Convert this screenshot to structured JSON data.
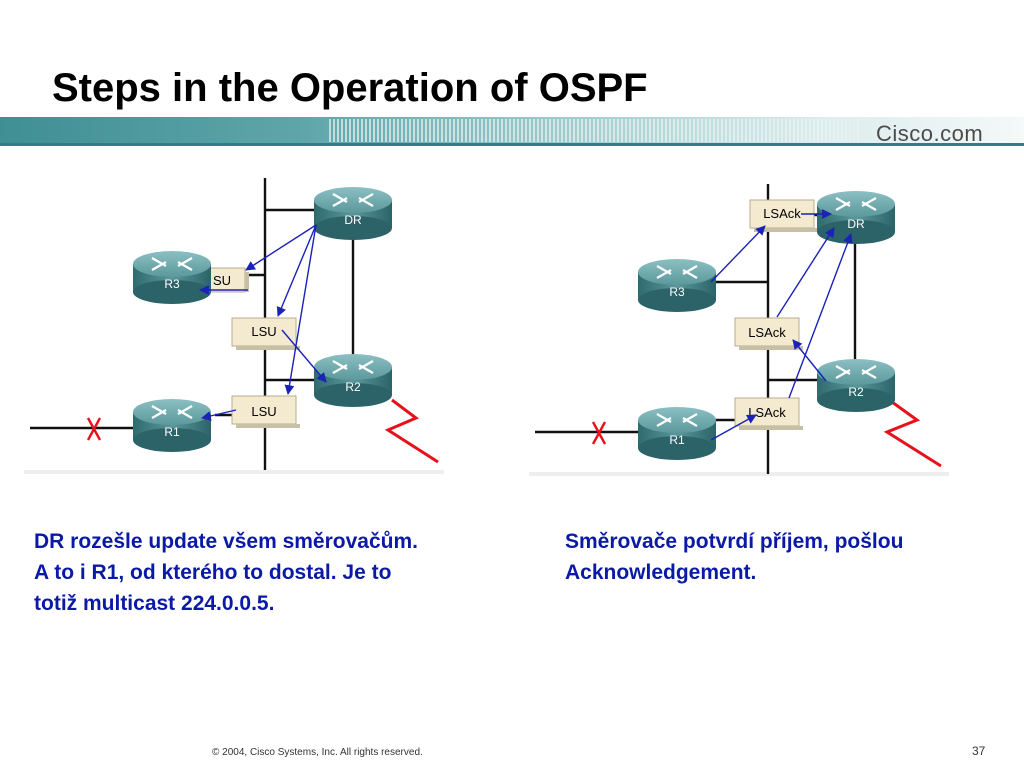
{
  "slide": {
    "title": "Steps in the Operation of OSPF",
    "brand": "Cisco.com",
    "footer": "© 2004, Cisco Systems, Inc. All rights reserved.",
    "page_number": "37"
  },
  "colors": {
    "title": "#000000",
    "caption": "#0b1aa6",
    "arrow": "#1a22b8",
    "lightning": "#e8101a",
    "banner_teal": "#3f8f94",
    "router_body": "#4d8a8f",
    "packet_box": "#f3ead0"
  },
  "diagram_left": {
    "routers": {
      "dr": "DR",
      "r3": "R3",
      "r2": "R2",
      "r1": "R1"
    },
    "packets": {
      "top": "SU",
      "middle": "LSU",
      "bottom": "LSU"
    }
  },
  "diagram_right": {
    "routers": {
      "dr": "DR",
      "r3": "R3",
      "r2": "R2",
      "r1": "R1"
    },
    "packets": {
      "top": "LSAck",
      "middle": "LSAck",
      "bottom": "LSAck"
    }
  },
  "captions": {
    "left": [
      "DR rozešle update všem směrovačům.",
      "A to i R1, od kterého to dostal. Je to",
      "totiž multicast 224.0.0.5."
    ],
    "right": [
      "Směrovače potvrdí příjem, pošlou",
      "Acknowledgement."
    ]
  }
}
